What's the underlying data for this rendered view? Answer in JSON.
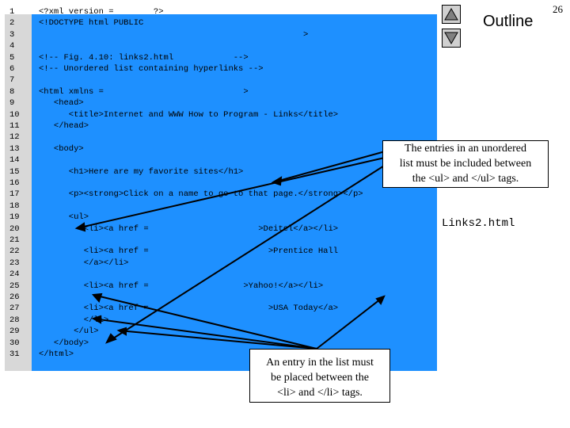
{
  "slide": {
    "outline_label": "Outline",
    "page_number": "26",
    "filename": "Links2.html"
  },
  "code_lines": [
    {
      "num": "1",
      "text": "<?xml version =        ?>"
    },
    {
      "num": "2",
      "text": "<!DOCTYPE html PUBLIC"
    },
    {
      "num": "3",
      "text": "                                                     >"
    },
    {
      "num": "4",
      "text": ""
    },
    {
      "num": "5",
      "text": "<!-- Fig. 4.10: links2.html            -->"
    },
    {
      "num": "6",
      "text": "<!-- Unordered list containing hyperlinks -->"
    },
    {
      "num": "7",
      "text": ""
    },
    {
      "num": "8",
      "text": "<html xmlns =                            >"
    },
    {
      "num": "9",
      "text": "   <head>"
    },
    {
      "num": "10",
      "text": "      <title>Internet and WWW How to Program - Links</title>"
    },
    {
      "num": "11",
      "text": "   </head>"
    },
    {
      "num": "12",
      "text": ""
    },
    {
      "num": "13",
      "text": "   <body>"
    },
    {
      "num": "14",
      "text": ""
    },
    {
      "num": "15",
      "text": "      <h1>Here are my favorite sites</h1>"
    },
    {
      "num": "16",
      "text": ""
    },
    {
      "num": "17",
      "text": "      <p><strong>Click on a name to go to that page.</strong></p>"
    },
    {
      "num": "18",
      "text": ""
    },
    {
      "num": "19",
      "text": "      <ul>"
    },
    {
      "num": "20",
      "text": "         <li><a href =                      >Deitel</a></li>"
    },
    {
      "num": "21",
      "text": ""
    },
    {
      "num": "22",
      "text": "         <li><a href =                        >Prentice Hall"
    },
    {
      "num": "23",
      "text": "         </a></li>"
    },
    {
      "num": "24",
      "text": ""
    },
    {
      "num": "25",
      "text": "         <li><a href =                   >Yahoo!</a></li>"
    },
    {
      "num": "26",
      "text": ""
    },
    {
      "num": "27",
      "text": "         <li><a href =                        >USA Today</a>"
    },
    {
      "num": "28",
      "text": "         </li>"
    },
    {
      "num": "29",
      "text": "       </ul>"
    },
    {
      "num": "30",
      "text": "   </body>"
    },
    {
      "num": "31",
      "text": "</html>"
    }
  ],
  "callouts": {
    "ul_note": {
      "line1": "The entries in an unordered",
      "line2": "list must be included between",
      "line3": "the <ul> and </ul> tags."
    },
    "li_note": {
      "line1": "An entry in the list must",
      "line2": "be placed between the",
      "line3": "<li> and </li> tags."
    }
  },
  "colors": {
    "code_background": "#1e90ff",
    "gutter_background": "#d8d8d8"
  },
  "icons": {
    "up": "triangle-up-icon",
    "down": "triangle-down-icon"
  }
}
